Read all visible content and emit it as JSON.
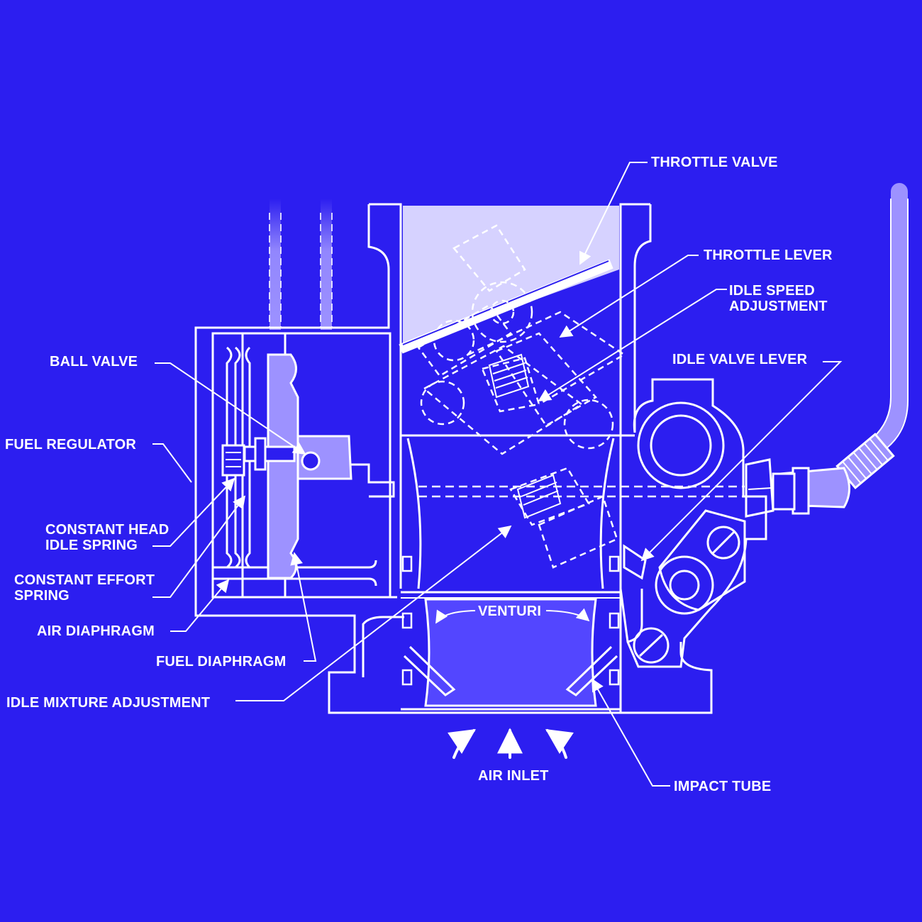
{
  "colors": {
    "background": "#2c1ef0",
    "line": "#ffffff",
    "shade_light": "#d6d2ff",
    "shade_mid": "#9d92ff",
    "venturi_fill": "#5346ff"
  },
  "labels": {
    "throttle_valve": "THROTTLE VALVE",
    "throttle_lever": "THROTTLE LEVER",
    "idle_speed_adjustment": [
      "IDLE SPEED",
      "ADJUSTMENT"
    ],
    "idle_valve_lever": "IDLE VALVE LEVER",
    "ball_valve": "BALL VALVE",
    "fuel_regulator": "FUEL REGULATOR",
    "constant_head_idle_spring": [
      "CONSTANT HEAD",
      "IDLE SPRING"
    ],
    "constant_effort_spring": [
      "CONSTANT EFFORT",
      "SPRING"
    ],
    "air_diaphragm": "AIR DIAPHRAGM",
    "fuel_diaphragm": "FUEL DIAPHRAGM",
    "idle_mixture_adjustment": "IDLE MIXTURE ADJUSTMENT",
    "venturi": "VENTURI",
    "air_inlet": "AIR INLET",
    "impact_tube": "IMPACT TUBE"
  }
}
